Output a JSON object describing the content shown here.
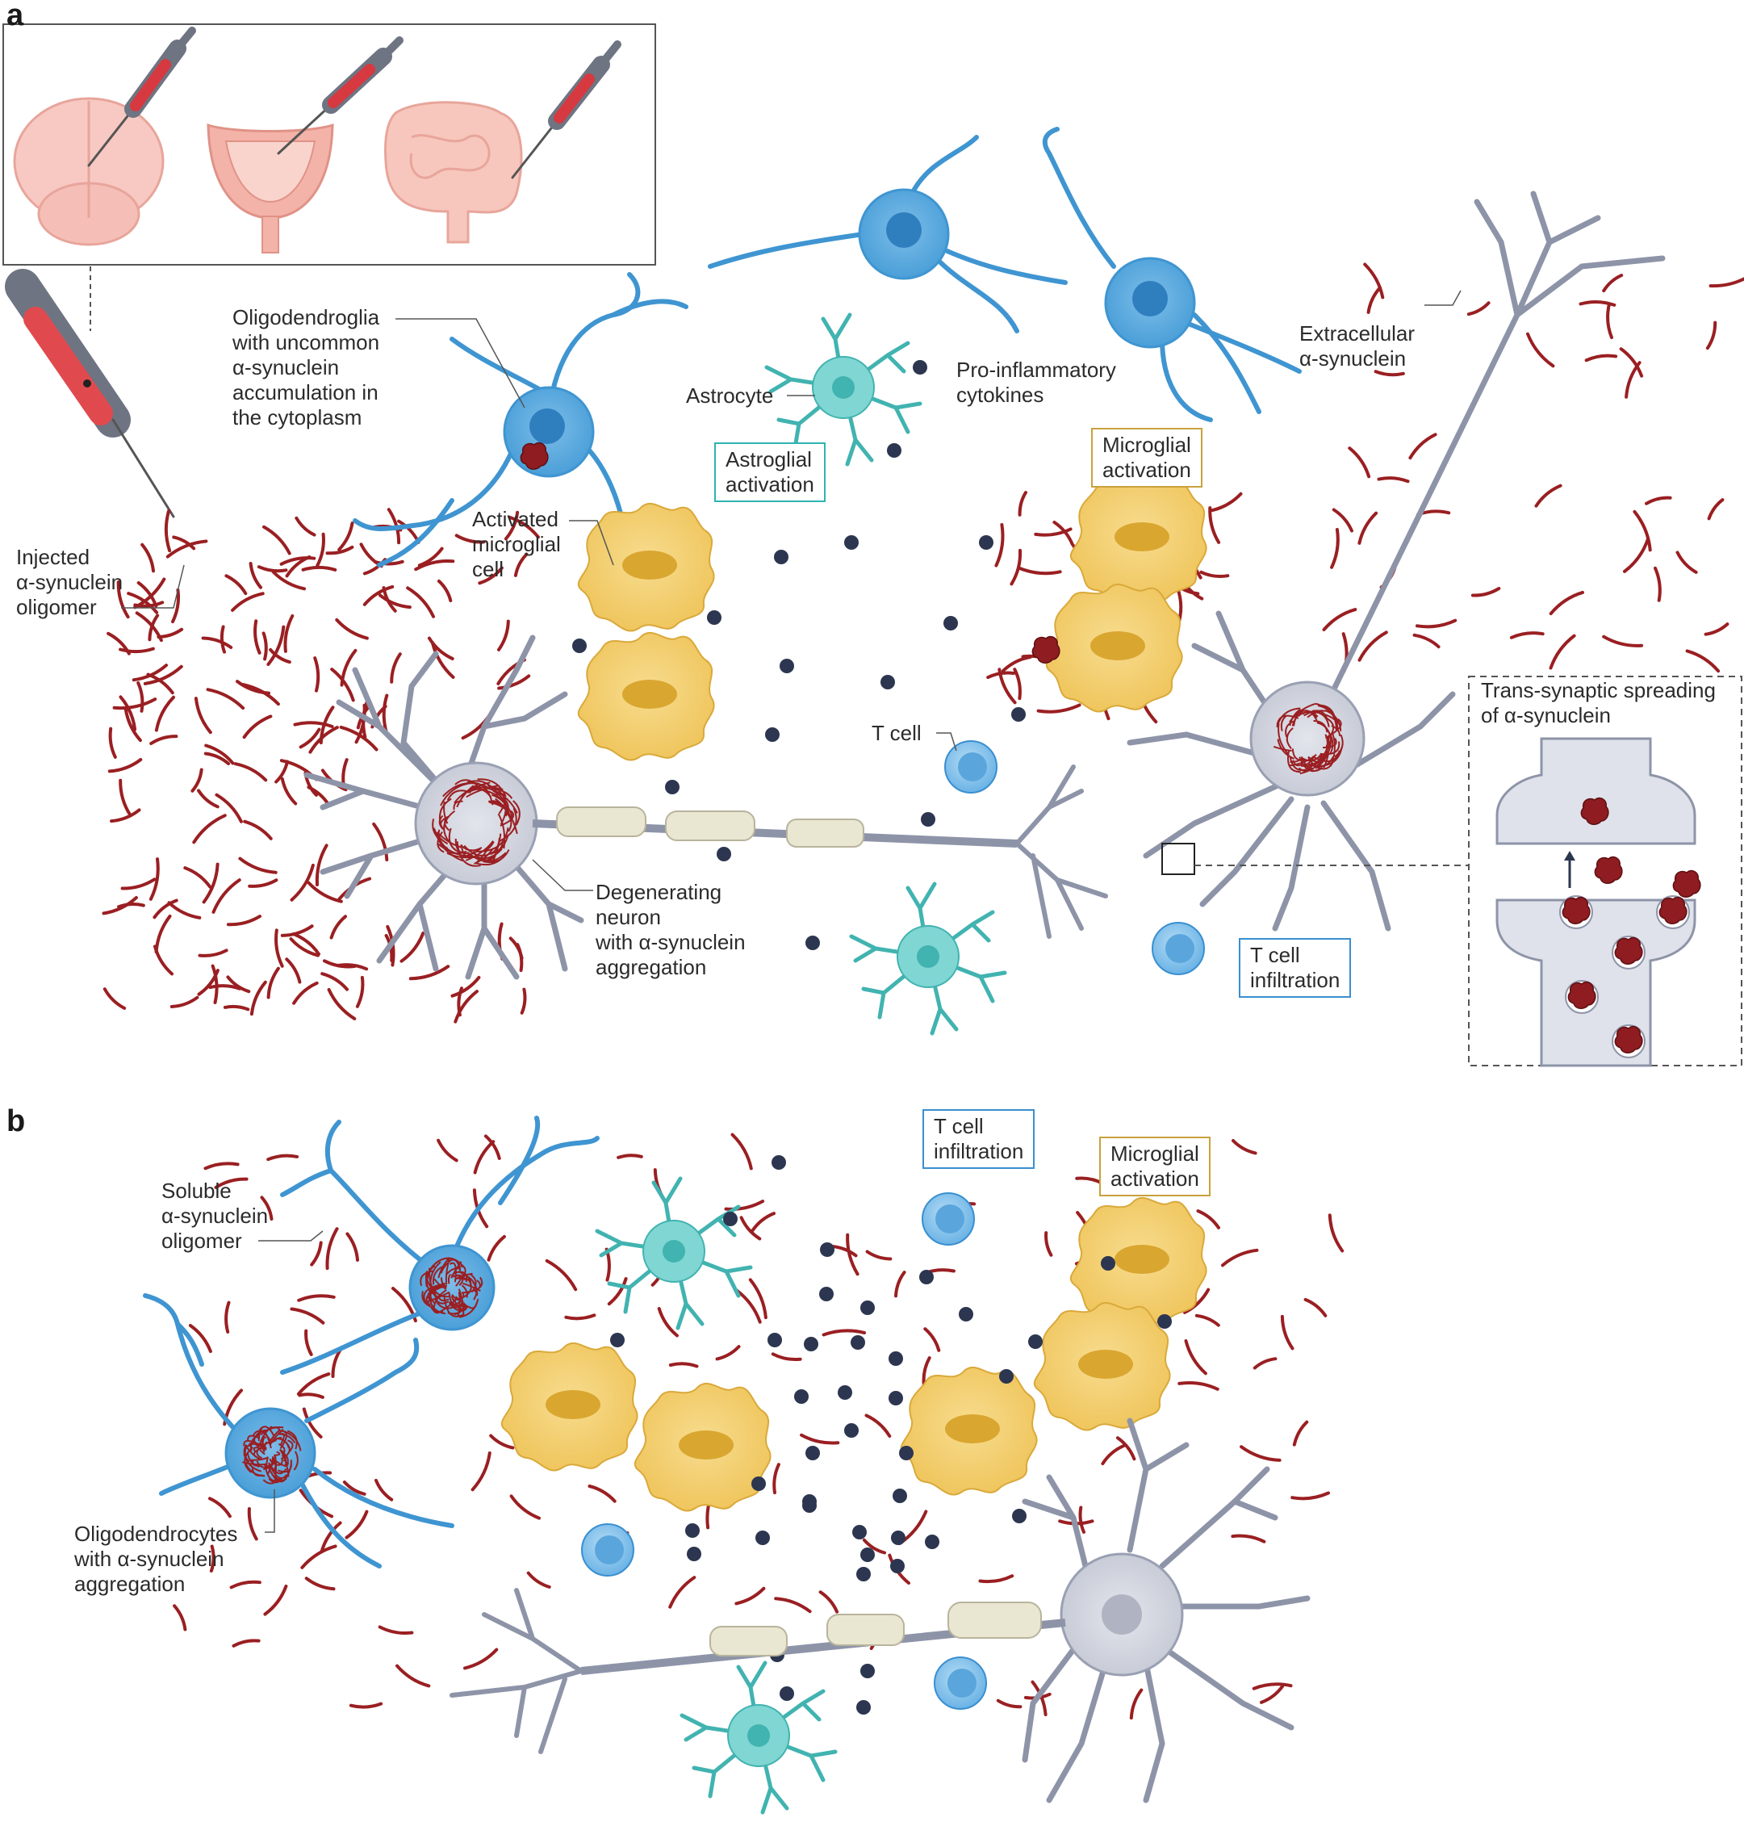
{
  "panels": {
    "a": "a",
    "b": "b"
  },
  "labels_a": {
    "oligodendroglia": "Oligodendroglia\nwith uncommon\nα-synuclein\naccumulation in\nthe cytoplasm",
    "astrocyte": "Astrocyte",
    "pro_inflammatory": "Pro-inflammatory\ncytokines",
    "extracellular": "Extracellular\nα-synuclein",
    "injected": "Injected\nα-synuclein\noligomer",
    "activated_microglia": "Activated\nmicroglial\ncell",
    "t_cell": "T cell",
    "degenerating_neuron": "Degenerating\nneuron\nwith α-synuclein\naggregation",
    "trans_synaptic": "Trans-synaptic spreading\nof α-synuclein"
  },
  "boxes_a": {
    "astroglial_activation": "Astroglial\nactivation",
    "microglial_activation": "Microglial\nactivation",
    "t_cell_infiltration": "T cell\ninfiltration"
  },
  "labels_b": {
    "soluble_oligomer": "Soluble\nα-synuclein\noligomer",
    "oligodendrocytes": "Oligodendrocytes\nwith α-synuclein\naggregation"
  },
  "boxes_b": {
    "t_cell_infiltration": "T cell\ninfiltration",
    "microglial_activation": "Microglial\nactivation"
  },
  "colors": {
    "oligodendrocyte": "#4a9fd8",
    "astrocyte": "#5cc6c2",
    "microglia": "#f2cc6a",
    "neuron": "#c9ccd6",
    "t_cell": "#7fc0ea",
    "cytokine": "#2c3650",
    "synuclein": "#9a1f22"
  },
  "icons": [
    "syringe-icon",
    "brain-icon",
    "bladder-icon",
    "intestine-icon"
  ]
}
